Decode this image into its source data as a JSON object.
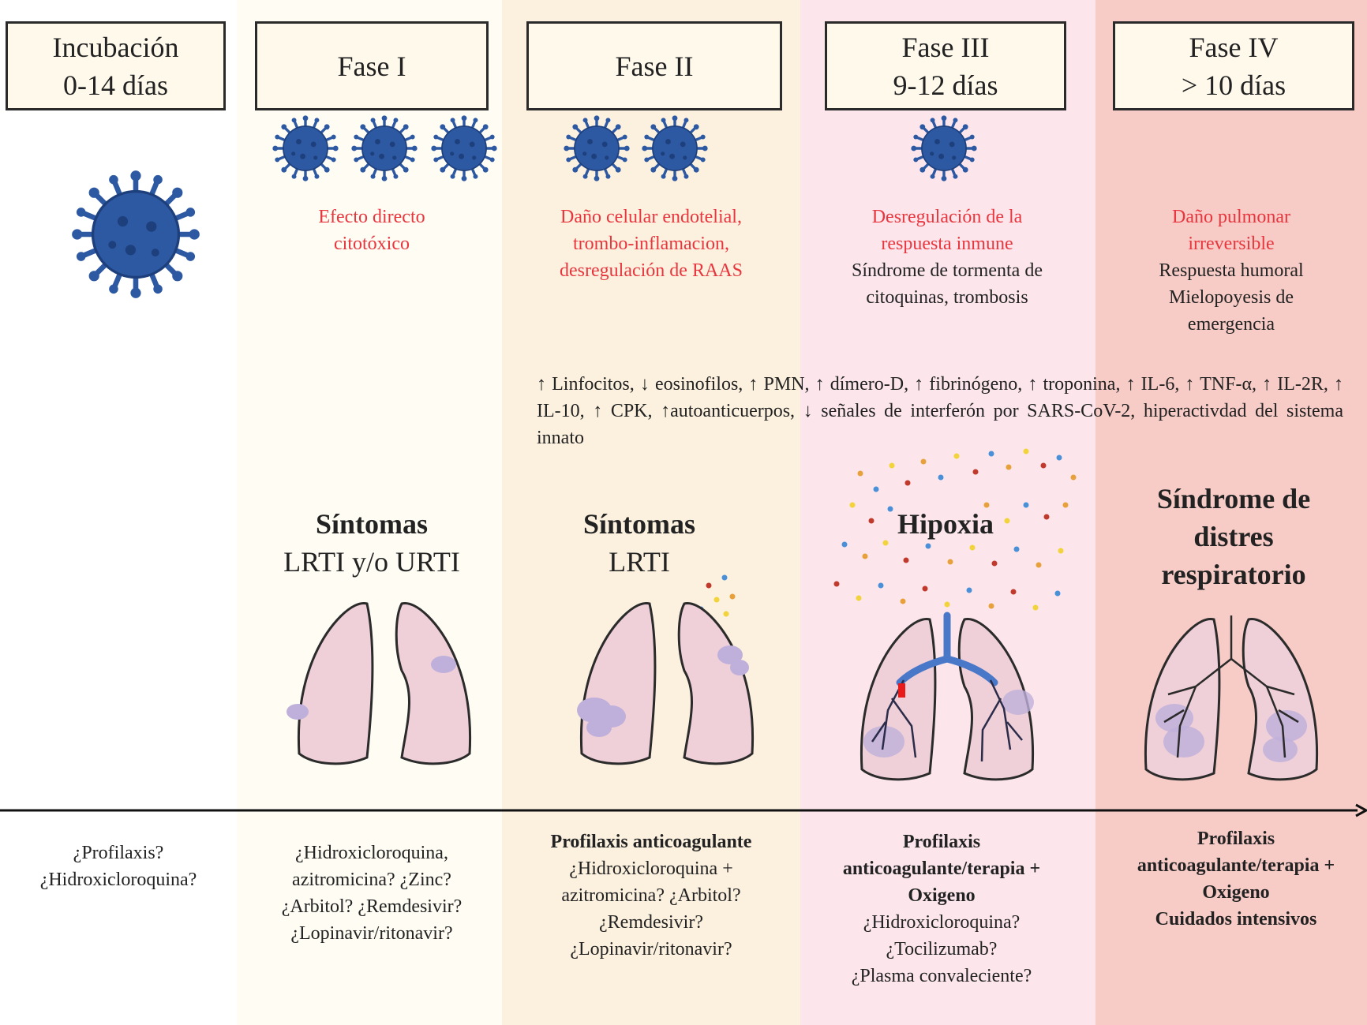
{
  "colors": {
    "col_incubation": "#ffffff",
    "col_phase1": "#fefcf3",
    "col_phase2": "#fcf1df",
    "col_phase3": "#fce6ec",
    "col_phase4": "#f7cbc6",
    "header_fill": "#fff9ec",
    "virus": "#2d58a2",
    "red_text": "#e8363f",
    "lung_fill": "#efd0d8",
    "lesion": "#bfb0db",
    "vessel_blue": "#4a78c8"
  },
  "headers": {
    "incubation": {
      "line1": "Incubación",
      "line2": "0-14 días"
    },
    "phase1": {
      "line1": "Fase I"
    },
    "phase2": {
      "line1": "Fase II"
    },
    "phase3": {
      "line1": "Fase III",
      "line2": "9-12 días"
    },
    "phase4": {
      "line1": "Fase IV",
      "line2": "> 10 días"
    }
  },
  "effects": {
    "phase1": {
      "red1": "Efecto directo",
      "red2": "citotóxico"
    },
    "phase2": {
      "red1": "Daño celular endotelial,",
      "red2": "trombo-inflamacion,",
      "red3": "desregulación de RAAS"
    },
    "phase3": {
      "red1": "Desregulación de la",
      "red2": "respuesta inmune",
      "black1": "Síndrome de tormenta de",
      "black2": "citoquinas, trombosis"
    },
    "phase4": {
      "red1": "Daño pulmonar",
      "red2": "irreversible",
      "black1": "Respuesta humoral",
      "black2": "Mielopoyesis de",
      "black3": "emergencia"
    }
  },
  "markers": "↑ Linfocitos, ↓ eosinofilos, ↑ PMN, ↑ dímero-D, ↑ fibrinógeno, ↑ troponina, ↑ IL-6, ↑ TNF-α, ↑ IL-2R, ↑ IL-10, ↑ CPK, ↑autoanticuerpos, ↓ señales de interferón por SARS-CoV-2, hiperactivdad del sistema innato",
  "symptoms": {
    "phase1": {
      "title": "Síntomas",
      "subtitle": "LRTI y/o URTI"
    },
    "phase2": {
      "title": "Síntomas",
      "subtitle": "LRTI"
    },
    "phase3": {
      "title": "Hipoxia"
    },
    "phase4": {
      "line1": "Síndrome de",
      "line2": "distres",
      "line3": "respiratorio"
    }
  },
  "treatments": {
    "incubation": [
      "¿Profilaxis?",
      "¿Hidroxicloroquina?"
    ],
    "phase1": [
      "¿Hidroxicloroquina,",
      "azitromicina? ¿Zinc?",
      "¿Arbitol? ¿Remdesivir?",
      "¿Lopinavir/ritonavir?"
    ],
    "phase2": {
      "bold": [
        "Profilaxis anticoagulante"
      ],
      "normal": [
        "¿Hidroxicloroquina +",
        "azitromicina? ¿Arbitol?",
        "¿Remdesivir?",
        "¿Lopinavir/ritonavir?"
      ]
    },
    "phase3": {
      "bold": [
        "Profilaxis",
        "anticoagulante/terapia +",
        "Oxigeno"
      ],
      "normal": [
        "¿Hidroxicloroquina?",
        "¿Tocilizumab?",
        "¿Plasma convaleciente?"
      ]
    },
    "phase4": {
      "bold": [
        "Profilaxis",
        "anticoagulante/terapia +",
        "Oxigeno",
        "Cuidados intensivos"
      ]
    }
  },
  "icons": [
    "virus-icon",
    "lungs-icon",
    "timeline-arrow"
  ]
}
